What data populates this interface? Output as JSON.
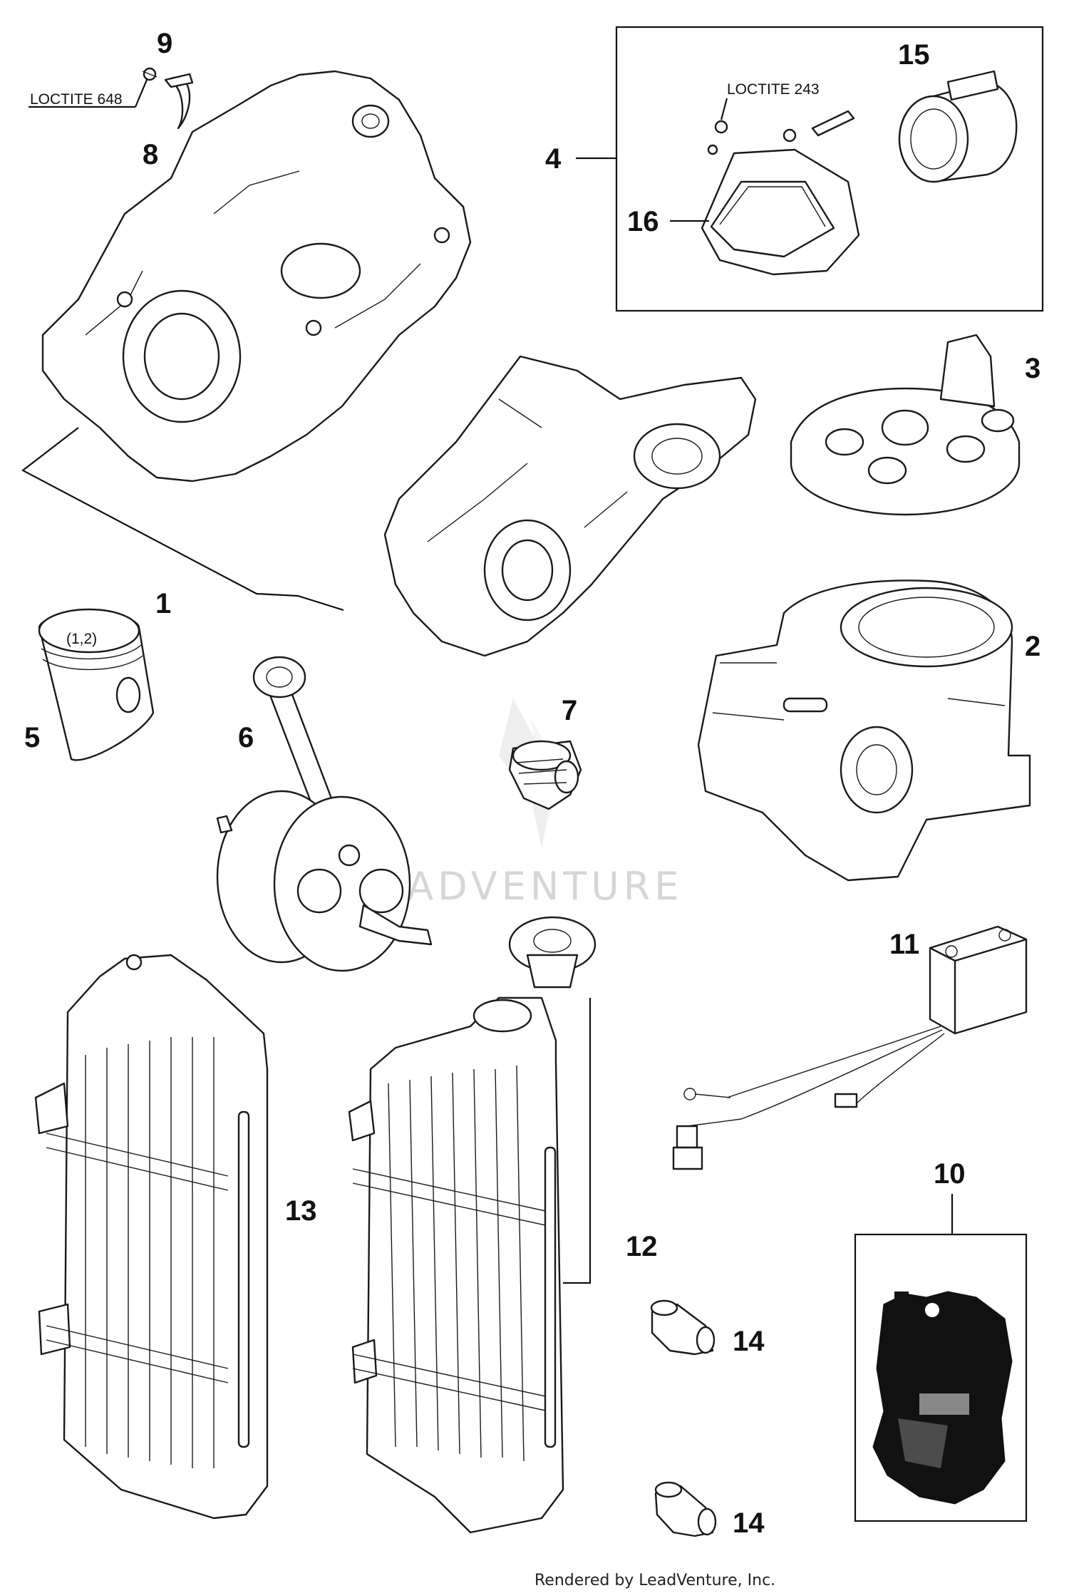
{
  "callouts": {
    "c1": "1",
    "c2": "2",
    "c3": "3",
    "c4": "4",
    "c5": "5",
    "c6": "6",
    "c7": "7",
    "c8": "8",
    "c9": "9",
    "c10": "10",
    "c11": "11",
    "c12": "12",
    "c13": "13",
    "c14a": "14",
    "c14b": "14",
    "c15": "15",
    "c16": "16"
  },
  "notes": {
    "loctite_648": "LOCTITE 648",
    "loctite_243": "LOCTITE 243",
    "piston_size": "(1,2)"
  },
  "watermark": "LEADVENTURE",
  "footer": "Rendered by LeadVenture, Inc."
}
